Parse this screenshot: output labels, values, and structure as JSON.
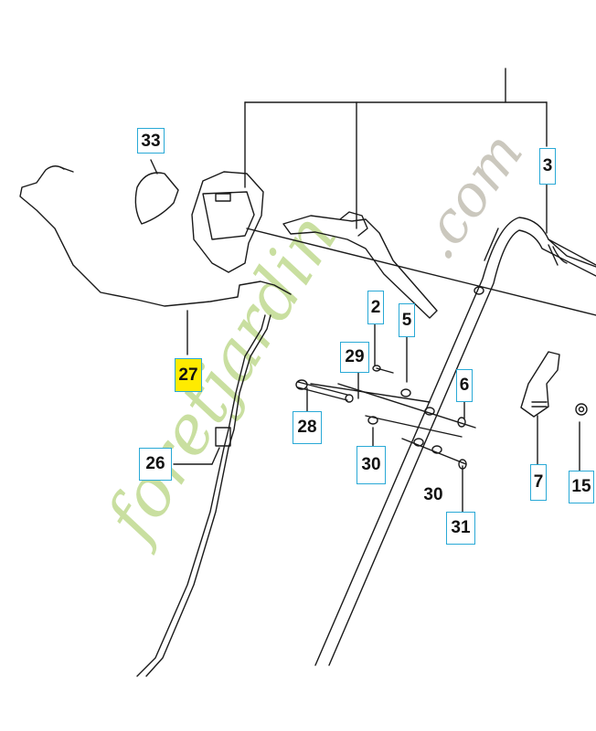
{
  "callouts": {
    "c33": "33",
    "c3": "3",
    "c27": "27",
    "c2": "2",
    "c5": "5",
    "c29": "29",
    "c6": "6",
    "c28": "28",
    "c26": "26",
    "c30a": "30",
    "c30b": "30",
    "c31": "31",
    "c7": "7",
    "c15": "15"
  },
  "highlighted_part": "27",
  "watermark": {
    "left_text": "foretjardin",
    "right_text": ".com",
    "colors": {
      "green": "#c9dfa0",
      "orange": "#f3c99a",
      "gray": "#cbc8be"
    }
  },
  "colors": {
    "callout_border": "#29a9d6",
    "highlight": "#ffeb00",
    "line": "#1a1a1a"
  }
}
